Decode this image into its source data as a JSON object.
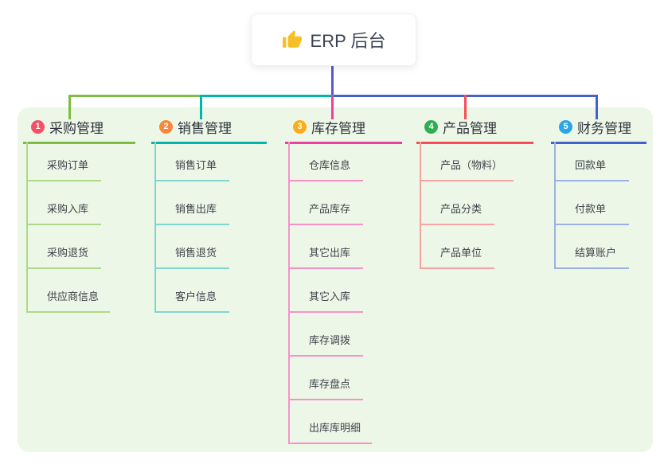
{
  "root": {
    "label": "ERP 后台",
    "icon": "thumbs-up-icon",
    "icon_color": "#f6bf26"
  },
  "canvas": {
    "background": "#ffffff",
    "panel_background": "#edf7e7",
    "root_line_color": "#4f5cd4"
  },
  "branches": [
    {
      "index": "1",
      "label": "采购管理",
      "badge_color": "#f25168",
      "line_color": "#7cbe42",
      "child_line_color": "#aed98a",
      "children": [
        "采购订单",
        "采购入库",
        "采购退货",
        "供应商信息"
      ]
    },
    {
      "index": "2",
      "label": "销售管理",
      "badge_color": "#f8863c",
      "line_color": "#00b7ae",
      "child_line_color": "#7fd6d0",
      "children": [
        "销售订单",
        "销售出库",
        "销售退货",
        "客户信息"
      ]
    },
    {
      "index": "3",
      "label": "库存管理",
      "badge_color": "#fbac16",
      "line_color": "#ed3f9d",
      "child_line_color": "#f692c8",
      "children": [
        "仓库信息",
        "产品库存",
        "其它出库",
        "其它入库",
        "库存调拨",
        "库存盘点",
        "出库库明细"
      ]
    },
    {
      "index": "4",
      "label": "产品管理",
      "badge_color": "#2fad52",
      "line_color": "#fa4b55",
      "child_line_color": "#f9a2a4",
      "children": [
        "产品（物料）",
        "产品分类",
        "产品单位"
      ]
    },
    {
      "index": "5",
      "label": "财务管理",
      "badge_color": "#2aa5e5",
      "line_color": "#4361cf",
      "child_line_color": "#9cb0e6",
      "children": [
        "回款单",
        "付款单",
        "结算账户"
      ]
    }
  ]
}
